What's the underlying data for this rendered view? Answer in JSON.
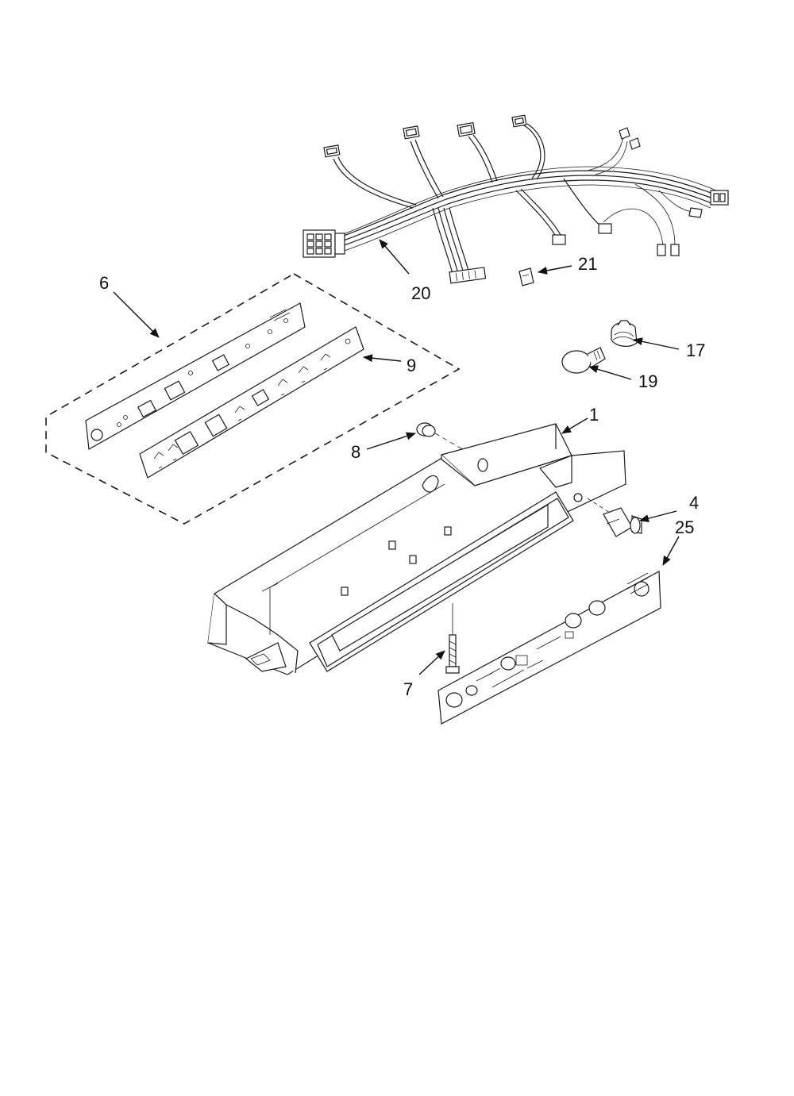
{
  "callouts": {
    "c1": "1",
    "c4": "4",
    "c6": "6",
    "c7": "7",
    "c8": "8",
    "c9": "9",
    "c17": "17",
    "c19": "19",
    "c20": "20",
    "c21": "21",
    "c25": "25"
  }
}
